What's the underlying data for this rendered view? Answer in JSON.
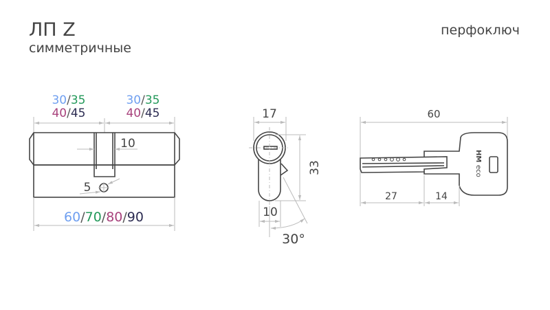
{
  "title": "ЛП Z",
  "subtitle": "симметричные",
  "key_type": "перфоключ",
  "colors": {
    "blue": "#6f9ff0",
    "green": "#23995a",
    "magenta": "#a8427c",
    "navy": "#2c2c52",
    "text": "#444444",
    "dim": "#bbbbbb"
  },
  "front_view": {
    "left_half": {
      "row1": [
        "30",
        "35"
      ],
      "row2": [
        "40",
        "45"
      ]
    },
    "right_half": {
      "row1": [
        "30",
        "35"
      ],
      "row2": [
        "40",
        "45"
      ]
    },
    "cam_width": "10",
    "hole_diameter": "5",
    "total_lengths": [
      "60",
      "70",
      "80",
      "90"
    ]
  },
  "side_view": {
    "width": "17",
    "height": "33",
    "bottom_width": "10",
    "angle": "30°"
  },
  "key": {
    "total_length": "60",
    "blade_length": "27",
    "shoulder_length": "14",
    "brand": "HM",
    "model": "eco"
  }
}
